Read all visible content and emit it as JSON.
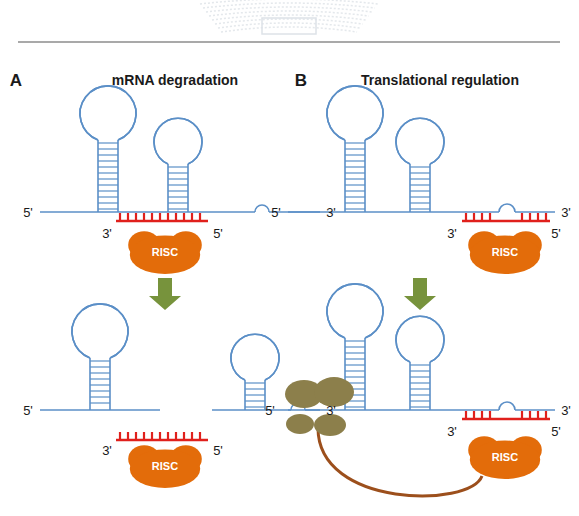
{
  "diagram": {
    "nodes": [
      {
        "text": [
          "RISC"
        ]
      },
      {
        "text": [
          "RISC"
        ]
      },
      {
        "text": [
          "RISC"
        ]
      },
      {
        "text": [
          "RISC"
        ]
      }
    ],
    "labels": [
      "A",
      "mRNA degradation",
      "B",
      "Translational regulation",
      "5'",
      "3'",
      "3'",
      "5'",
      "5'",
      "3'",
      "3'",
      "5'",
      "5'",
      "3'",
      "3'",
      "5'",
      "5'",
      "3'",
      "3'",
      "5'"
    ]
  }
}
